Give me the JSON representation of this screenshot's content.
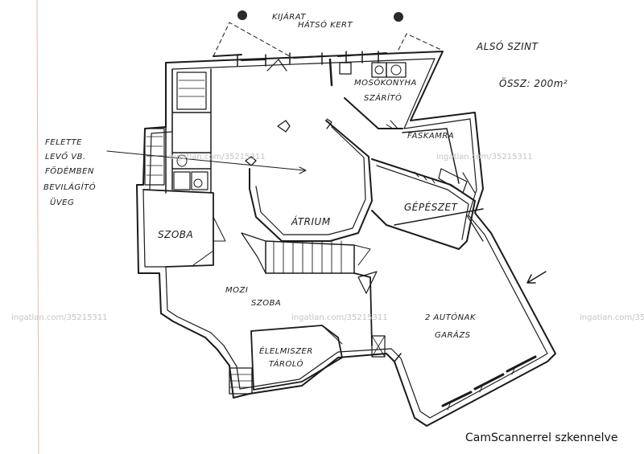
{
  "title": {
    "level": "ALSÓ SZINT",
    "area": "ÖSSZ: 200m²"
  },
  "rooms": {
    "kijarat": "KIJÁRAT",
    "hatso_kert": "HÁTSÓ KERT",
    "mosokonyha": "MOSÓKONYHA",
    "szarito": "SZÁRÍTÓ",
    "faskamra": "FÁSKAMRA",
    "gepeszet": "GÉPÉSZET",
    "atrium": "ÁTRIUM",
    "szoba": "SZOBA",
    "mozi_szoba_1": "MOZI",
    "mozi_szoba_2": "SZOBA",
    "garazs_1": "2 AUTÓNAK",
    "garazs_2": "GARÁZS",
    "elelmiszer_1": "ÉLELMISZER",
    "elelmiszer_2": "TÁROLÓ"
  },
  "note": {
    "line1": "FELETTE",
    "line2": "LEVŐ VB.",
    "line3": "FÖDÉMBEN",
    "line4": "BEVILÁGÍTÓ",
    "line5": "ÜVEG"
  },
  "watermarks": {
    "text": "ingatlan.com/35215311"
  },
  "scanner": "CamScannerrel szkennelve",
  "colors": {
    "ink": "#1b1b1b",
    "watermark": "#c4c4c4",
    "paper": "#ffffff"
  }
}
